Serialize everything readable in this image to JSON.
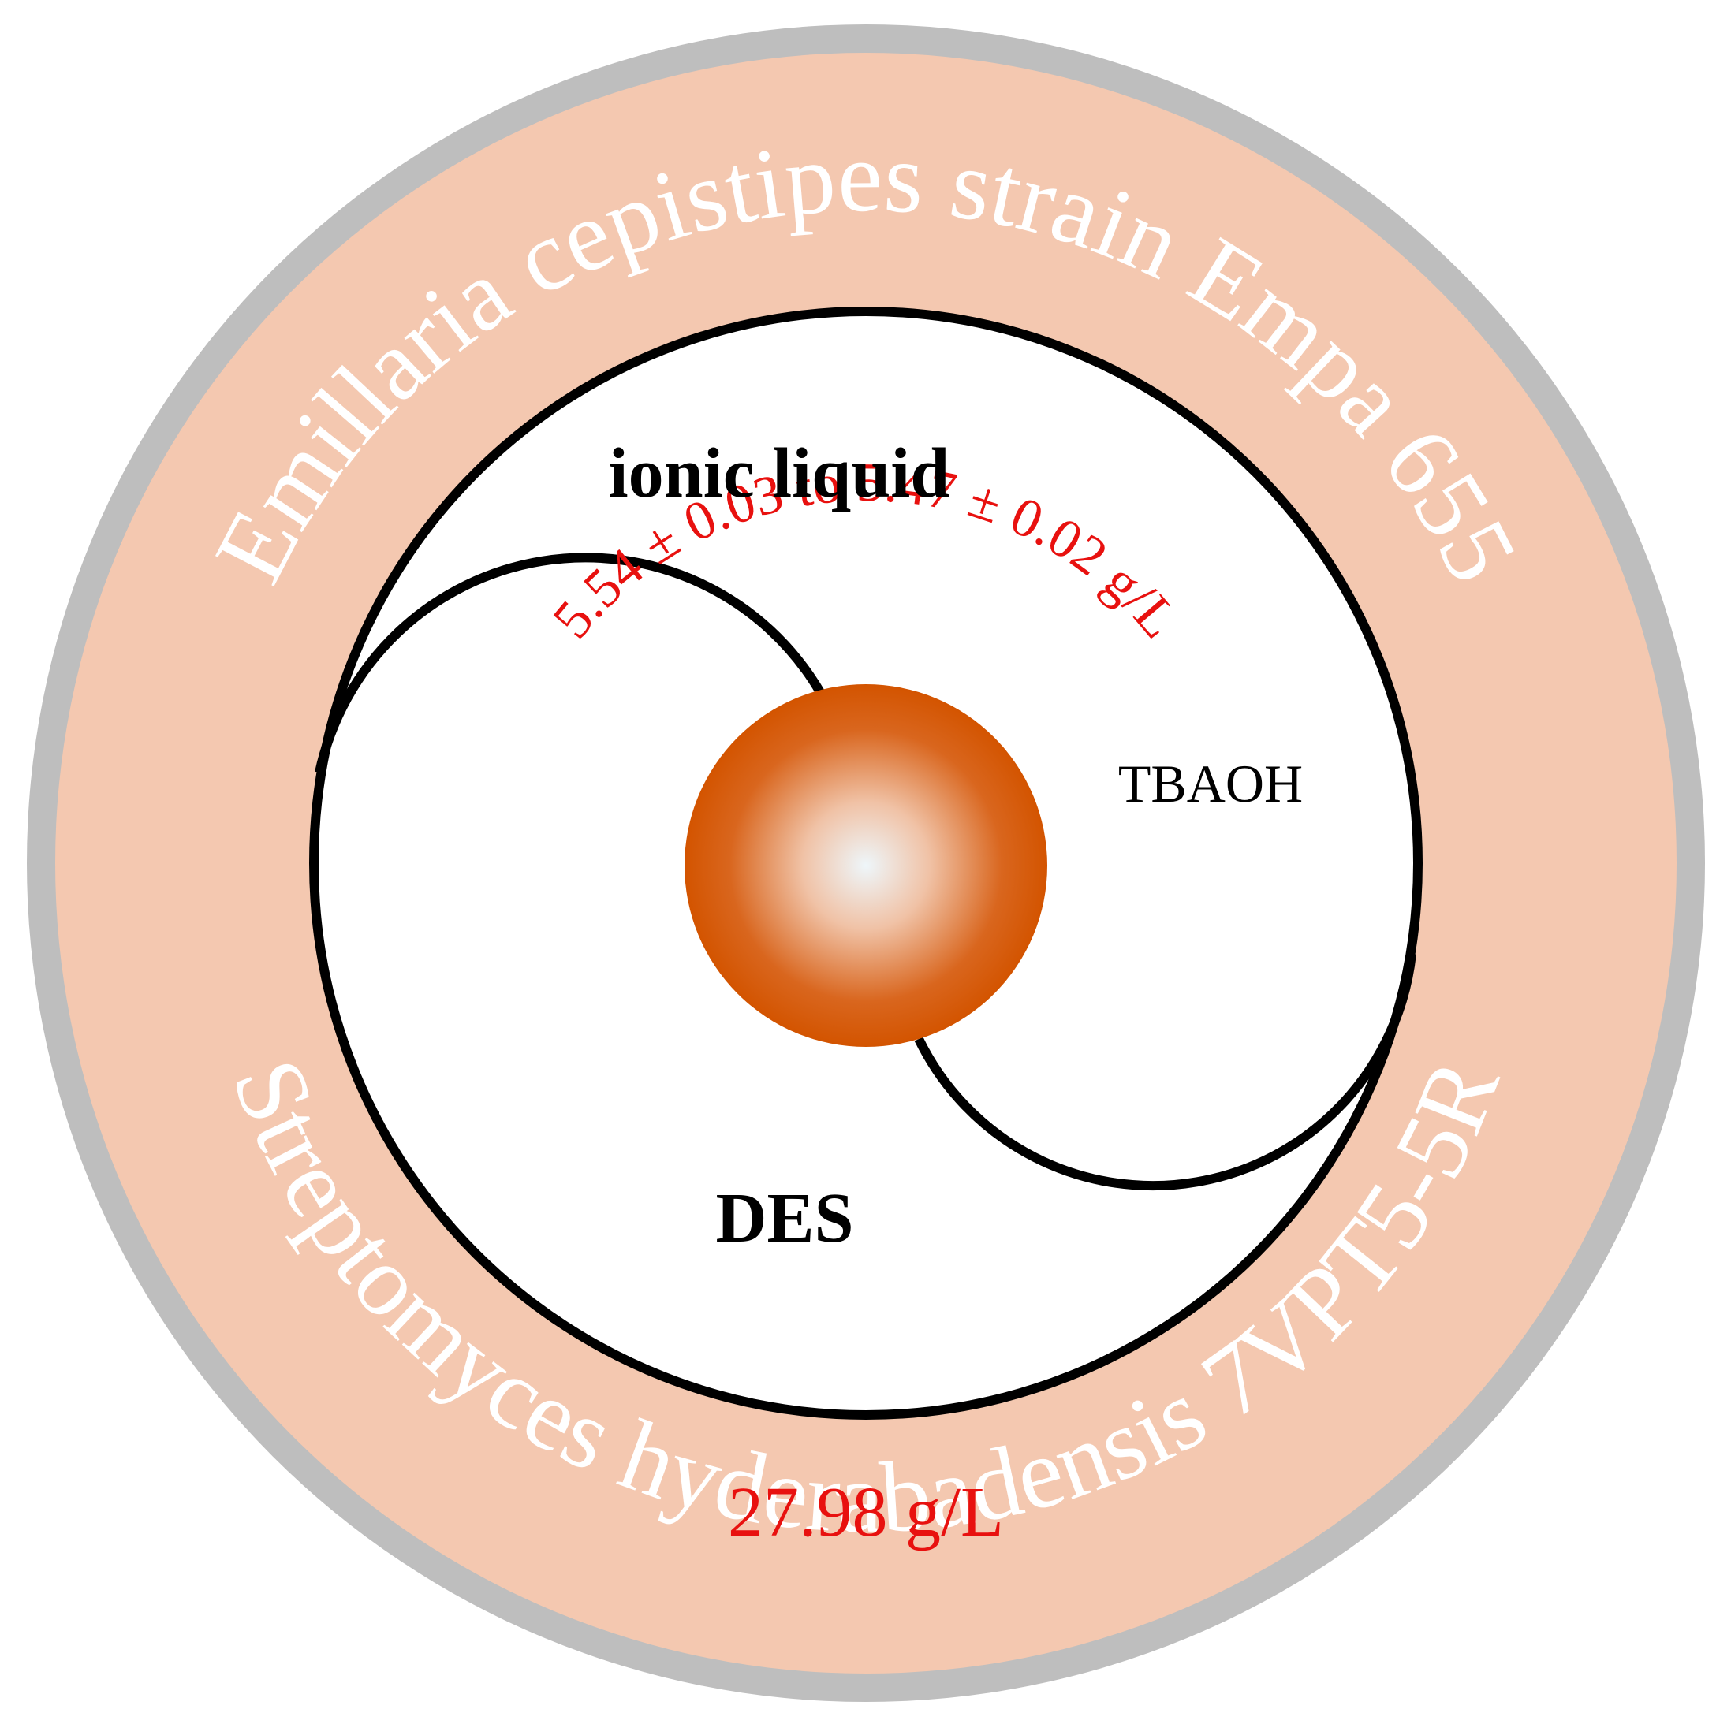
{
  "outer_ring": {
    "top_text": "Emillaria cepistipes strain Empa 655",
    "top_value": "5.54 ± 0.03 to 5.47 ± 0.02 g/L",
    "bottom_text": "Streptomyces hyderabadensis 7VPT5-5R",
    "bottom_value": "27.98 g/L"
  },
  "inner": {
    "label_top": "ionic liquid",
    "label_right": "TBAOH",
    "label_bottom": "DES"
  },
  "colors": {
    "gray_rim": "#bebebe",
    "peach_band": "#f4c8b0",
    "sphere_edge": "#d35400",
    "sphere_center": "#eef6fa",
    "red_text": "#e8110f",
    "white_text": "#ffffff"
  }
}
